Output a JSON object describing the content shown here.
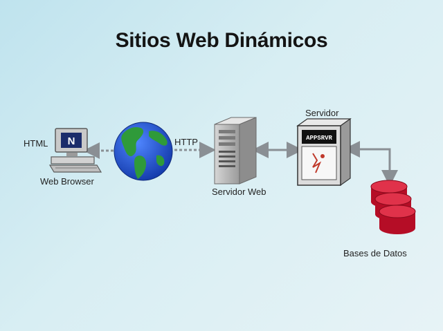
{
  "slide": {
    "title": "Sitios Web Dinámicos"
  },
  "labels": {
    "html": "HTML",
    "web_browser": "Web Browser",
    "http": "HTTP",
    "servidor_web": "Servidor Web",
    "servidor": "Servidor",
    "bases_de_datos": "Bases de Datos"
  },
  "monitor_logo": "N",
  "app_server_label": "APPSRVR",
  "icons": [
    "desktop-computer-icon",
    "globe-icon",
    "server-tower-icon",
    "application-server-icon",
    "database-icon"
  ],
  "colors": {
    "background": "#cfe9f0",
    "arrow": "#8a8f94",
    "database": "#c8102e",
    "ocean": "#1f4fc4",
    "land": "#2f9a3a"
  }
}
